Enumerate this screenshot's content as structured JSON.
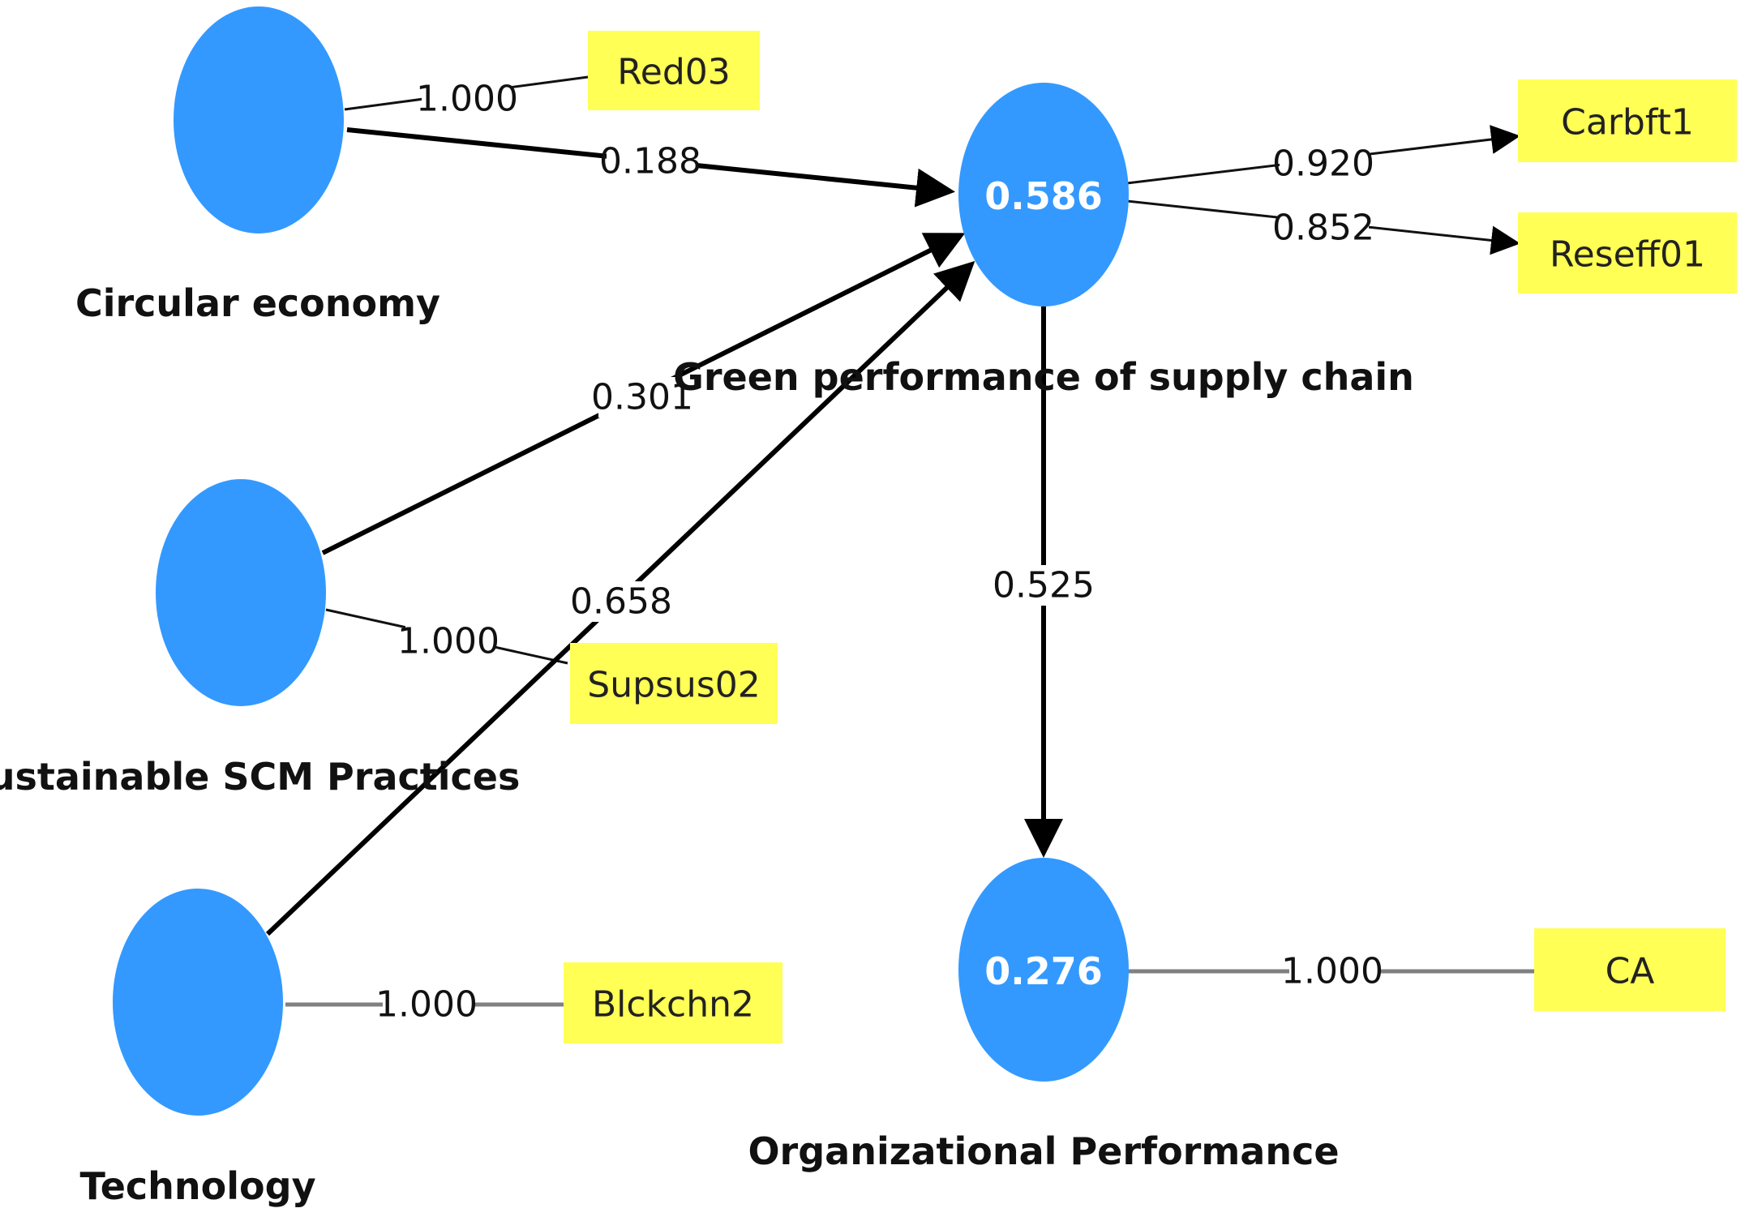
{
  "colors": {
    "construct_fill": "#3399ff",
    "indicator_fill": "#ffff55",
    "path_stroke": "#000000",
    "single_indicator_stroke": "#808080"
  },
  "constructs": {
    "circular_economy": {
      "label": "Circular economy",
      "value": ""
    },
    "sustainable_scm": {
      "label": "Sustainable SCM Practices",
      "value": ""
    },
    "technology": {
      "label": "Technology",
      "value": ""
    },
    "green_performance": {
      "label": "Green performance of supply chain",
      "value": "0.586"
    },
    "organizational_performance": {
      "label": "Organizational Performance",
      "value": "0.276"
    }
  },
  "indicators": {
    "red03": "Red03",
    "supsus02": "Supsus02",
    "blckchn2": "Blckchn2",
    "carbft1": "Carbft1",
    "reseff01": "Reseff01",
    "ca": "CA"
  },
  "paths": {
    "ce_to_gp": "0.188",
    "scm_to_gp": "0.301",
    "tech_to_gp": "0.658",
    "gp_to_op": "0.525"
  },
  "loadings": {
    "ce_red03": "1.000",
    "scm_supsus02": "1.000",
    "tech_blckchn2": "1.000",
    "gp_carbft1": "0.920",
    "gp_reseff01": "0.852",
    "op_ca": "1.000"
  }
}
